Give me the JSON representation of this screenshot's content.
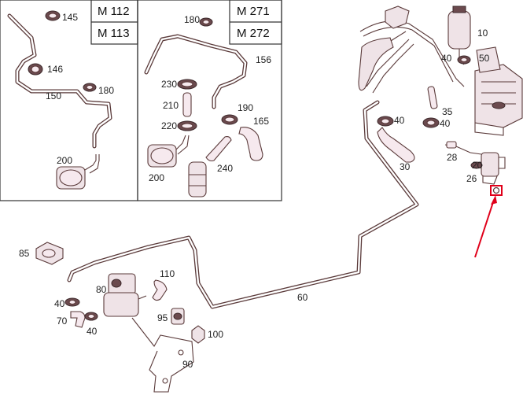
{
  "model_boxes": {
    "left": [
      "M 112",
      "M 113"
    ],
    "right": [
      "M 271",
      "M 272"
    ]
  },
  "labels": {
    "p10": "10",
    "p20": "20",
    "p26": "26",
    "p28": "28",
    "p30": "30",
    "p35": "35",
    "p40": "40",
    "p50": "50",
    "p60": "60",
    "p70": "70",
    "p80": "80",
    "p85": "85",
    "p90": "90",
    "p95": "95",
    "p100": "100",
    "p110": "110",
    "p145": "145",
    "p146": "146",
    "p150": "150",
    "p156": "156",
    "p165": "165",
    "p180": "180",
    "p190": "190",
    "p200": "200",
    "p210": "210",
    "p220": "220",
    "p230": "230",
    "p240": "240"
  },
  "highlight": {
    "color": "#e0001a",
    "part": "check-valve"
  }
}
